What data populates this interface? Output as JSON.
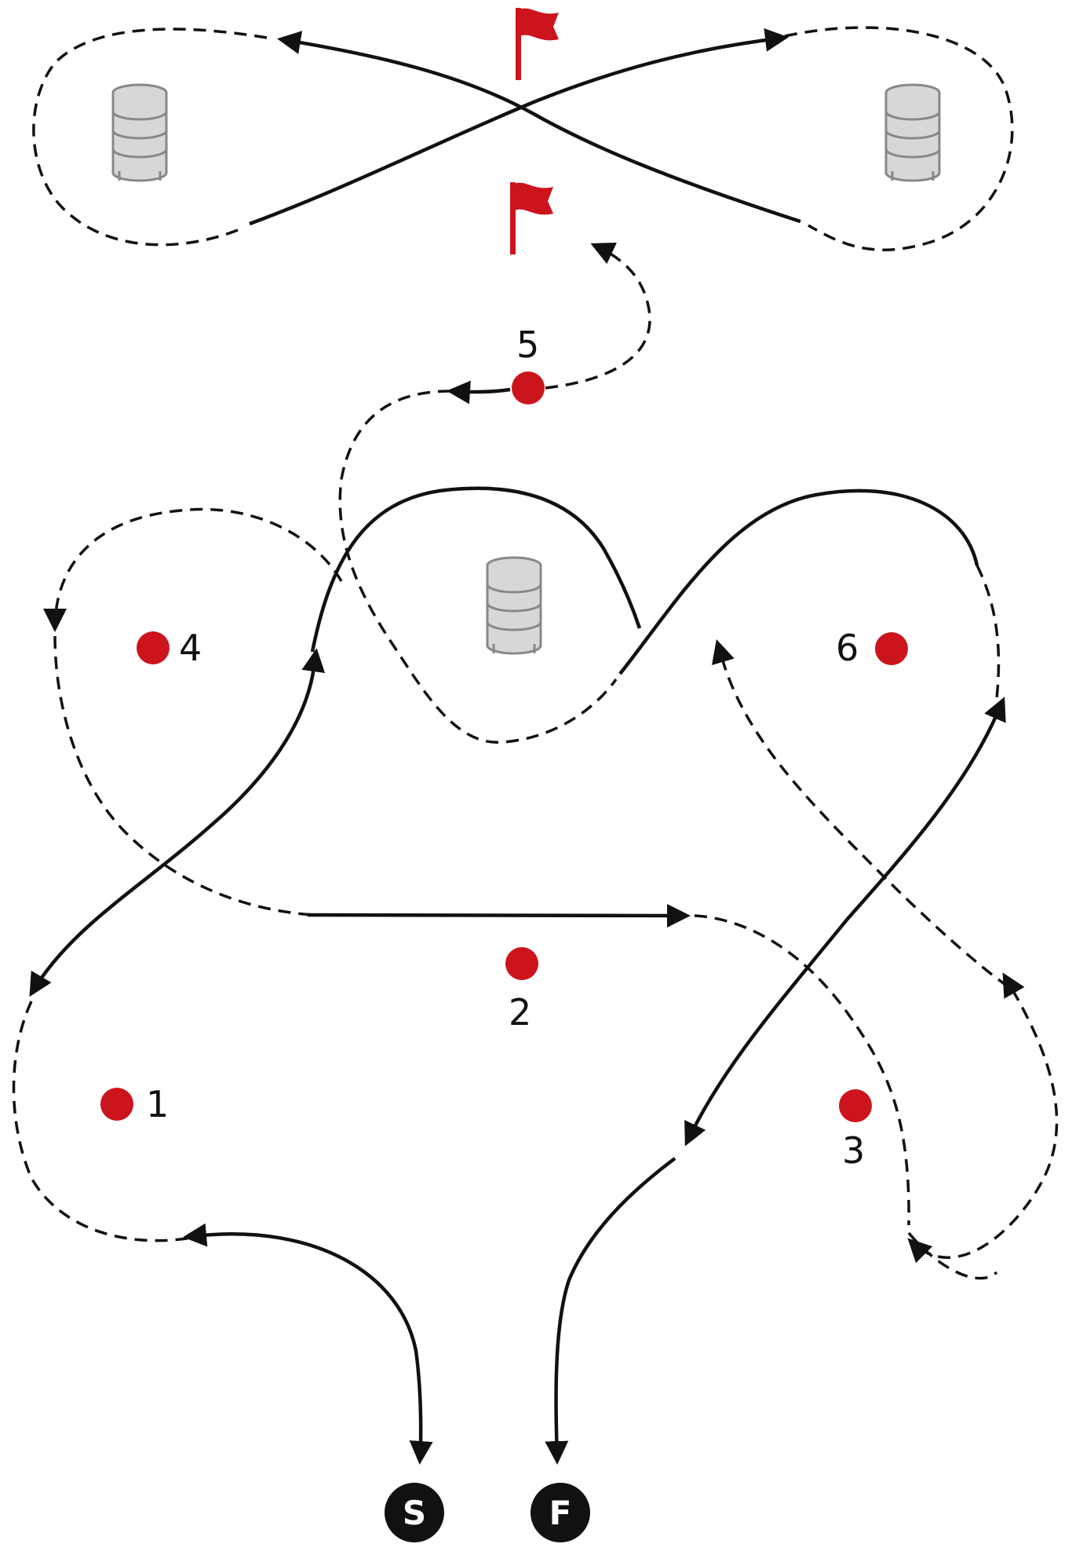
{
  "diagram": {
    "cones": [
      {
        "id": "1",
        "label": "1"
      },
      {
        "id": "2",
        "label": "2"
      },
      {
        "id": "3",
        "label": "3"
      },
      {
        "id": "4",
        "label": "4"
      },
      {
        "id": "5",
        "label": "5"
      },
      {
        "id": "6",
        "label": "6"
      }
    ],
    "start_label": "S",
    "finish_label": "F",
    "colors": {
      "cone": "#cc141c",
      "flag": "#cc141c",
      "path": "#111111",
      "barrel_fill": "#d7d7d7",
      "barrel_stroke": "#888888",
      "endpoint_fill": "#111111"
    },
    "icons": [
      "barrel-icon",
      "flag-icon",
      "cone-marker"
    ]
  }
}
